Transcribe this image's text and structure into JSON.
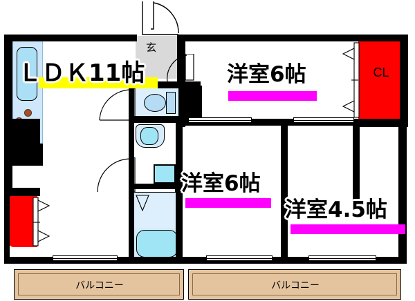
{
  "plan": {
    "type": "japanese-floor-plan",
    "unit_layout": "3LDK",
    "background": "#ffffff",
    "colors": {
      "wall": "#000000",
      "closet": "#ff0000",
      "balcony": "#e3c49e",
      "genkan": "#d9d9d9",
      "water_fixture": "#aadff5",
      "ldk_underline": "#ffff00",
      "room_underline": "#ff00ff"
    }
  },
  "rooms": [
    {
      "id": "ldk",
      "name": "LDK11帖",
      "underline": "#ffff00"
    },
    {
      "id": "washitsu_a",
      "name": "洋室6帖",
      "underline": "#ff00ff"
    },
    {
      "id": "washitsu_b",
      "name": "洋室6帖",
      "underline": "#ff00ff"
    },
    {
      "id": "washitsu_c",
      "name": "洋室4.5帖",
      "underline": "#ff00ff"
    }
  ],
  "labels": {
    "ldk": "ＬＤＫ11帖",
    "room_top_right": "洋室6帖",
    "room_mid": "洋室6帖",
    "room_right": "洋室4.5帖",
    "genkan": "玄",
    "closet_right": "CL",
    "balcony_left": "バルコニー",
    "balcony_right": "バルコニー"
  },
  "fixtures": {
    "kitchen_sink": "sink-icon",
    "stove_burners": "burner-icon",
    "toilet": "toilet-icon",
    "washbasin": "washbasin-icon",
    "bathtub": "bathtub-icon",
    "washing_machine": "washing-machine-icon",
    "entrance_door": "entrance-door-icon"
  }
}
